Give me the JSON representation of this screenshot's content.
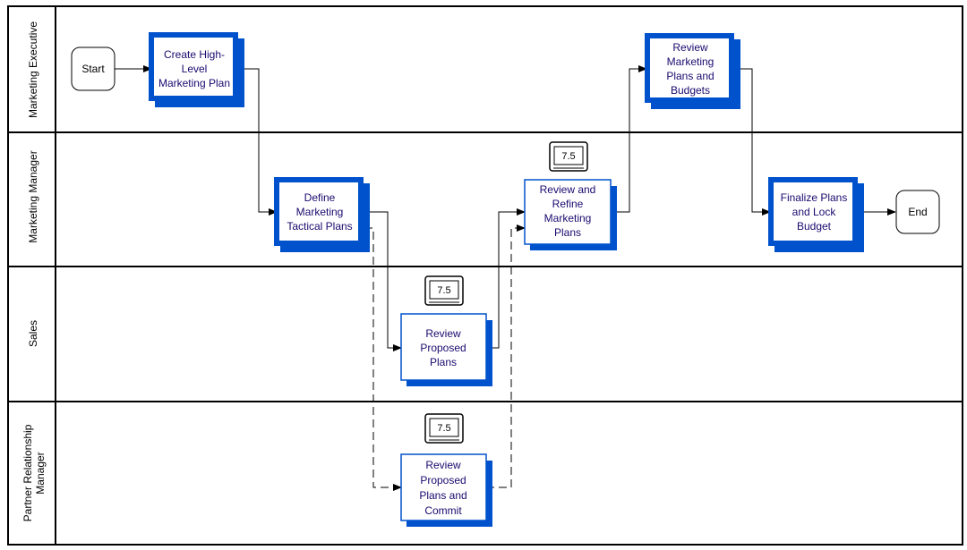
{
  "lanes": [
    {
      "id": "exec",
      "label": "Marketing Executive"
    },
    {
      "id": "mgr",
      "label": "Marketing Manager"
    },
    {
      "id": "sales",
      "label": "Sales"
    },
    {
      "id": "partner",
      "label": "Partner Relationship Manager",
      "label_lines": [
        "Partner Relationship",
        "Manager"
      ]
    }
  ],
  "terminals": {
    "start": {
      "label": "Start"
    },
    "end": {
      "label": "End"
    }
  },
  "processes": {
    "create": {
      "lines": [
        "Create High-",
        "Level",
        "Marketing Plan"
      ]
    },
    "define": {
      "lines": [
        "Define",
        "Marketing",
        "Tactical Plans"
      ]
    },
    "refine": {
      "lines": [
        "Review and",
        "Refine",
        "Marketing",
        "Plans"
      ],
      "badge": "7.5"
    },
    "review_exec": {
      "lines": [
        "Review",
        "Marketing",
        "Plans and",
        "Budgets"
      ]
    },
    "finalize": {
      "lines": [
        "Finalize Plans",
        "and Lock",
        "Budget"
      ]
    },
    "sales_review": {
      "lines": [
        "Review",
        "Proposed",
        "Plans"
      ],
      "badge": "7.5"
    },
    "partner_review": {
      "lines": [
        "Review",
        "Proposed",
        "Plans and",
        "Commit"
      ],
      "badge": "7.5"
    }
  },
  "colors": {
    "process_fill": "#0052cc",
    "process_text": "#1a0a6e",
    "line": "#000000"
  }
}
